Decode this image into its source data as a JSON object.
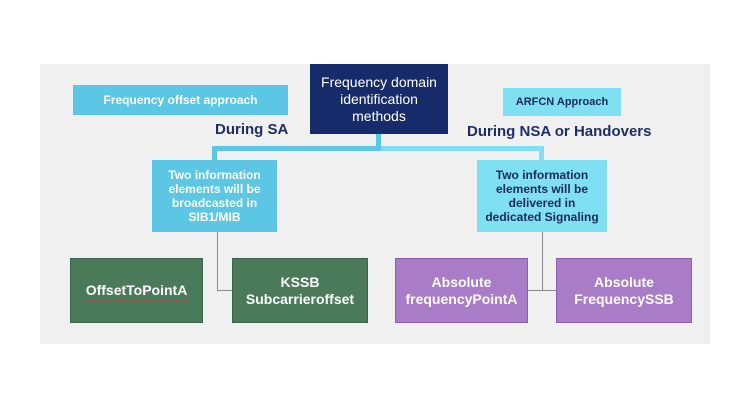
{
  "root": {
    "label": "Frequency domain\nidentification\nmethods"
  },
  "left_branch": {
    "tag": "Frequency offset approach",
    "during": "During SA",
    "info": "Two information\nelements will be\nbroadcasted in\nSIB1/MIB",
    "leaves": [
      "OffsetToPointA",
      "KSSB\nSubcarrieroffset"
    ]
  },
  "right_branch": {
    "tag": "ARFCN Approach",
    "during": "During NSA or Handovers",
    "info": "Two information\nelements will be\ndelivered in\ndedicated Signaling",
    "leaves": [
      "Absolute\nfrequencyPointA",
      "Absolute\nFrequencySSB"
    ]
  },
  "colors": {
    "root": "#172b6b",
    "tag_blue": "#5bc7e4",
    "tag_light": "#7fe0f4",
    "connector_left": "#5bc7e4",
    "connector_right": "#7fe0f4",
    "leaf_green": "#4a7a5a",
    "leaf_purple": "#a97cc8",
    "heading_text": "#1d2e66",
    "panel": "#f0f0f0"
  }
}
